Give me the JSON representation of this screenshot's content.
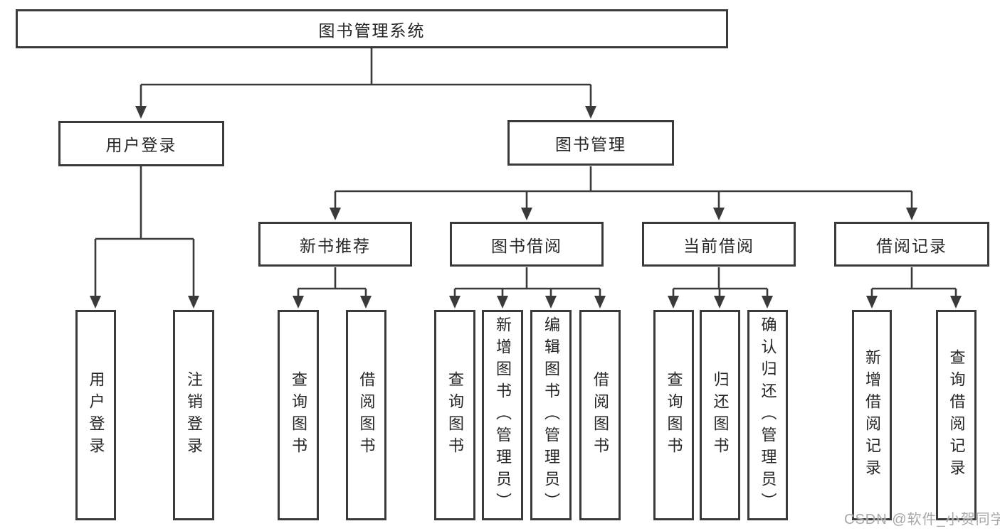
{
  "colors": {
    "line-color": "#3a3a3a",
    "text-color": "#262626",
    "watermark-color": "#a8a8a8",
    "background-color": "#ffffff"
  },
  "nodes": {
    "root": {
      "label": "图书管理系统"
    },
    "user_login": {
      "label": "用户登录"
    },
    "book_management": {
      "label": "图书管理"
    },
    "new_book_recommend": {
      "label": "新书推荐"
    },
    "book_borrowing": {
      "label": "图书借阅"
    },
    "current_borrowing": {
      "label": "当前借阅"
    },
    "borrowing_records": {
      "label": "借阅记录"
    },
    "leaf_user_login": {
      "label": "用户登录"
    },
    "leaf_logout": {
      "label": "注销登录"
    },
    "leaf_rec_query_books": {
      "label": "查询图书"
    },
    "leaf_rec_borrow_books": {
      "label": "借阅图书"
    },
    "leaf_bb_query_books": {
      "label": "查询图书"
    },
    "leaf_bb_add_books": {
      "label": "新增图书（管理员）"
    },
    "leaf_bb_edit_books": {
      "label": "编辑图书（管理员）"
    },
    "leaf_bb_borrow_books": {
      "label": "借阅图书"
    },
    "leaf_cb_query_books": {
      "label": "查询图书"
    },
    "leaf_cb_return_books": {
      "label": "归还图书"
    },
    "leaf_cb_confirm_return": {
      "label": "确认归还（管理员）"
    },
    "leaf_br_add_record": {
      "label": "新增借阅记录"
    },
    "leaf_br_query_record": {
      "label": "查询借阅记录"
    }
  },
  "hierarchy": [
    {
      "parent": "图书管理系统",
      "children": [
        "用户登录",
        "图书管理"
      ]
    },
    {
      "parent": "用户登录",
      "children": [
        "用户登录",
        "注销登录"
      ]
    },
    {
      "parent": "图书管理",
      "children": [
        "新书推荐",
        "图书借阅",
        "当前借阅",
        "借阅记录"
      ]
    },
    {
      "parent": "新书推荐",
      "children": [
        "查询图书",
        "借阅图书"
      ]
    },
    {
      "parent": "图书借阅",
      "children": [
        "查询图书",
        "新增图书（管理员）",
        "编辑图书（管理员）",
        "借阅图书"
      ]
    },
    {
      "parent": "当前借阅",
      "children": [
        "查询图书",
        "归还图书",
        "确认归还（管理员）"
      ]
    },
    {
      "parent": "借阅记录",
      "children": [
        "新增借阅记录",
        "查询借阅记录"
      ]
    }
  ],
  "watermark": {
    "text": "CSDN @软件_小贺同学"
  }
}
